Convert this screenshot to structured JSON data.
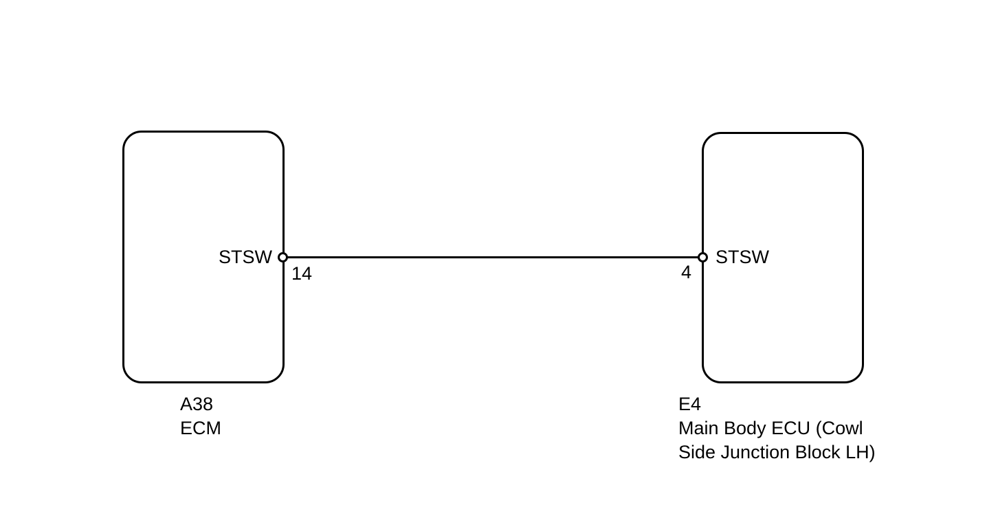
{
  "diagram": {
    "type": "wiring",
    "background_color": "#ffffff",
    "line_color": "#000000",
    "wire": {
      "signal": "STSW",
      "from": "A38 pin 14",
      "to": "E4 pin 4"
    },
    "left_connector": {
      "code": "A38",
      "name": "ECM",
      "pin": {
        "number": "14",
        "signal": "STSW"
      }
    },
    "right_connector": {
      "code": "E4",
      "name": "Main Body ECU (Cowl Side Junction Block LH)",
      "pin": {
        "number": "4",
        "signal": "STSW"
      }
    }
  }
}
